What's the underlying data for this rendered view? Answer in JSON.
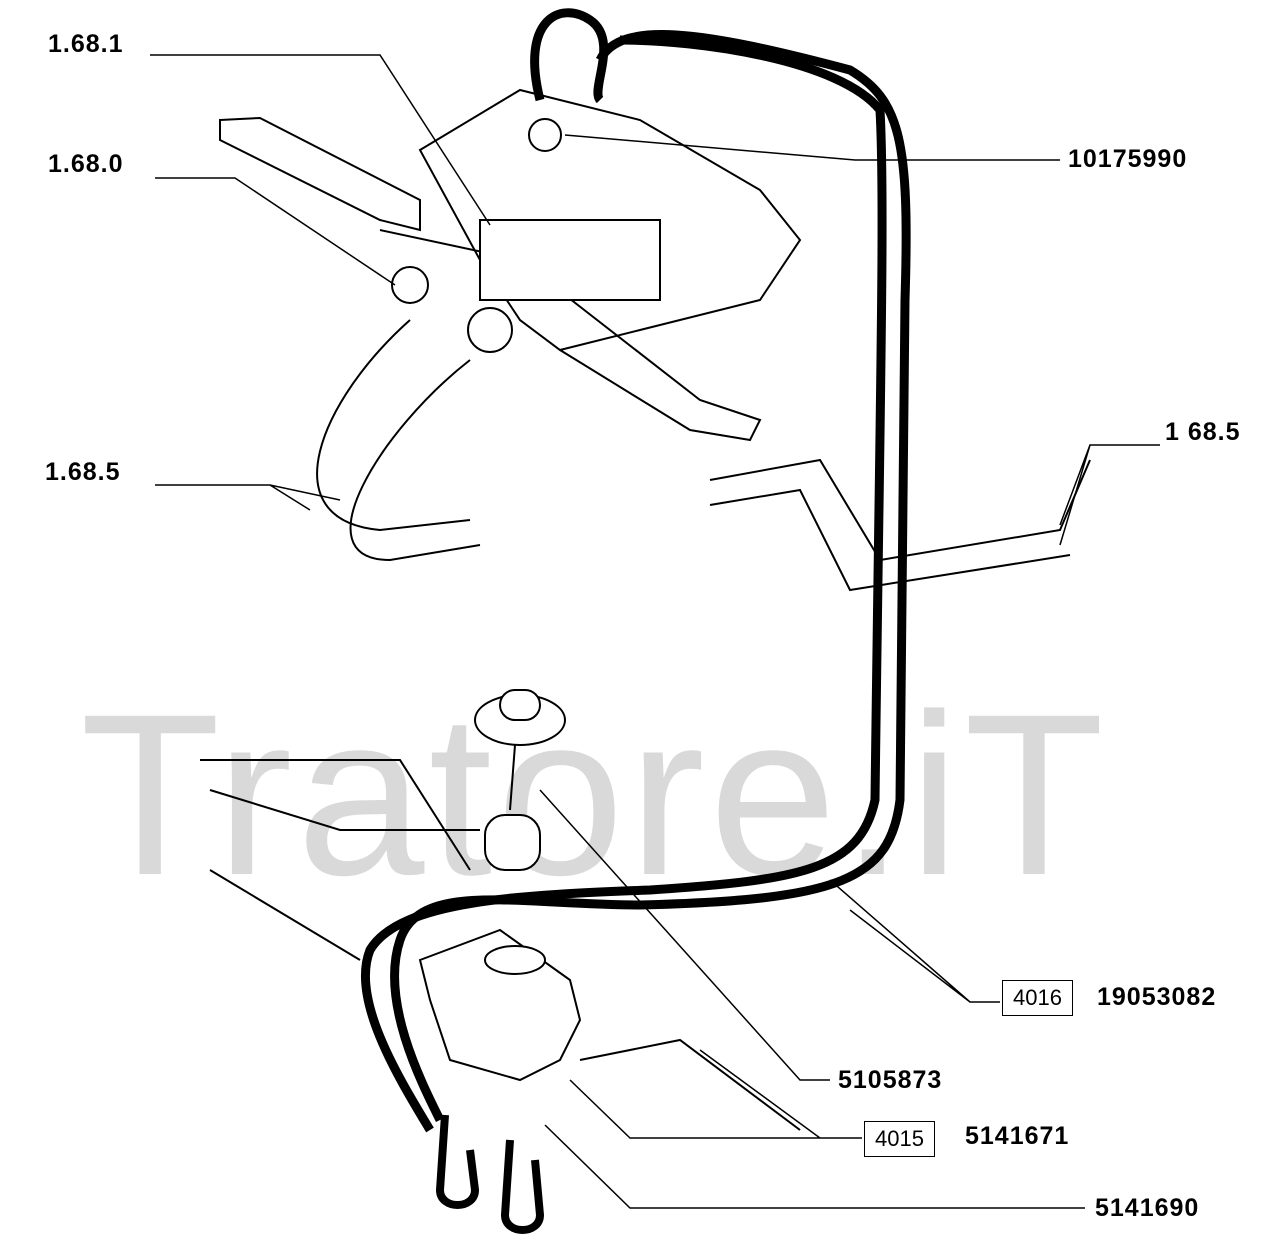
{
  "watermark": "Tratore.iT",
  "callouts": {
    "c1": "1.68.1",
    "c2": "1.68.0",
    "c3": "10175990",
    "c4": "1 68.5",
    "c5": "1.68.5",
    "c6_box": "4016",
    "c6": "19053082",
    "c7": "5105873",
    "c8_box": "4015",
    "c8": "5141671",
    "c9": "5141690"
  }
}
